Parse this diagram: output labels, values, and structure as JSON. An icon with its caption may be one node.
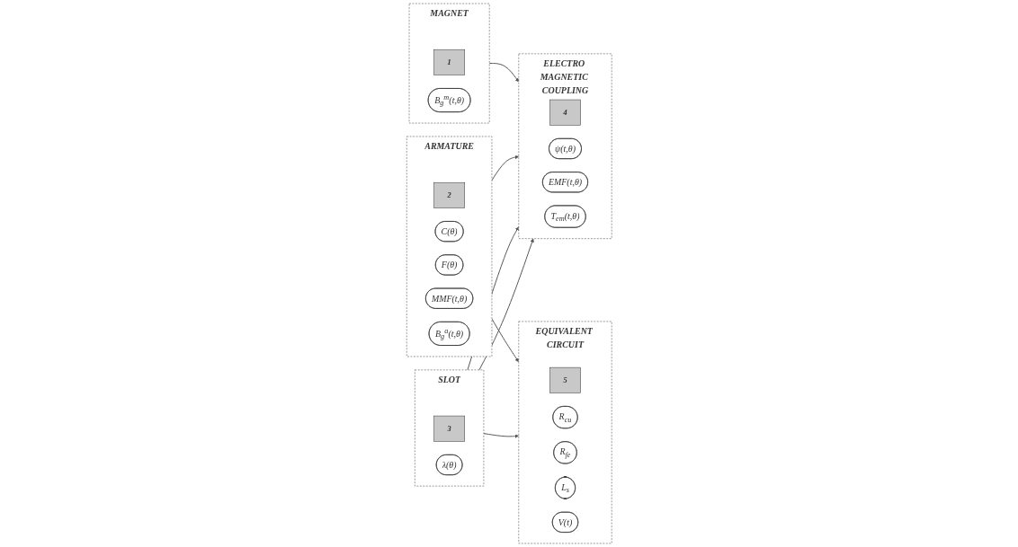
{
  "diagram": {
    "nodes": [
      {
        "text": [
          "MAGNET"
        ]
      },
      {
        "text": [
          "1"
        ],
        "in": 0
      },
      {
        "text": [
          "B$_{g}$$^{m}$(t,θ)"
        ],
        "in": 0
      },
      {
        "text": [
          "ARMATURE"
        ]
      },
      {
        "text": [
          "2"
        ],
        "in": 3
      },
      {
        "text": [
          "C(θ)"
        ],
        "in": 3
      },
      {
        "text": [
          "F(θ)"
        ],
        "in": 3
      },
      {
        "text": [
          "MMF(t,θ)"
        ],
        "in": 3
      },
      {
        "text": [
          "B$_{g}$$^{a}$(t,θ)"
        ],
        "in": 3
      },
      {
        "text": [
          "SLOT"
        ]
      },
      {
        "text": [
          "3"
        ],
        "in": 9
      },
      {
        "text": [
          "λ(θ)"
        ],
        "in": 9
      },
      {
        "text": [
          "ELECTRO MAGNETIC COUPLING"
        ]
      },
      {
        "text": [
          "4"
        ],
        "in": 12
      },
      {
        "text": [
          "ψ(t,θ)"
        ],
        "in": 12
      },
      {
        "text": [
          "EMF(t,θ)"
        ],
        "in": 12
      },
      {
        "text": [
          "T$_{em}$(t,θ)"
        ],
        "in": 12
      },
      {
        "text": [
          "EQUIVALENT CIRCUIT"
        ]
      },
      {
        "text": [
          "5"
        ],
        "in": 17
      },
      {
        "text": [
          "R$_{cu}$"
        ],
        "in": 17
      },
      {
        "text": [
          "R$_{fe}$"
        ],
        "in": 17
      },
      {
        "text": [
          "L$_{s}$"
        ],
        "in": 17
      },
      {
        "text": [
          "V(t)"
        ],
        "in": 17
      }
    ],
    "edges": [
      {
        "from": 0,
        "to": 12,
        "arrow": "to"
      },
      {
        "from": 3,
        "to": 12,
        "arrow": "to"
      },
      {
        "from": 3,
        "to": 17,
        "arrow": "to"
      },
      {
        "from": 9,
        "to": 12,
        "arrow": "to"
      },
      {
        "from": 9,
        "to": 12,
        "arrow": "to"
      },
      {
        "from": 9,
        "to": 17,
        "arrow": "to"
      }
    ]
  }
}
